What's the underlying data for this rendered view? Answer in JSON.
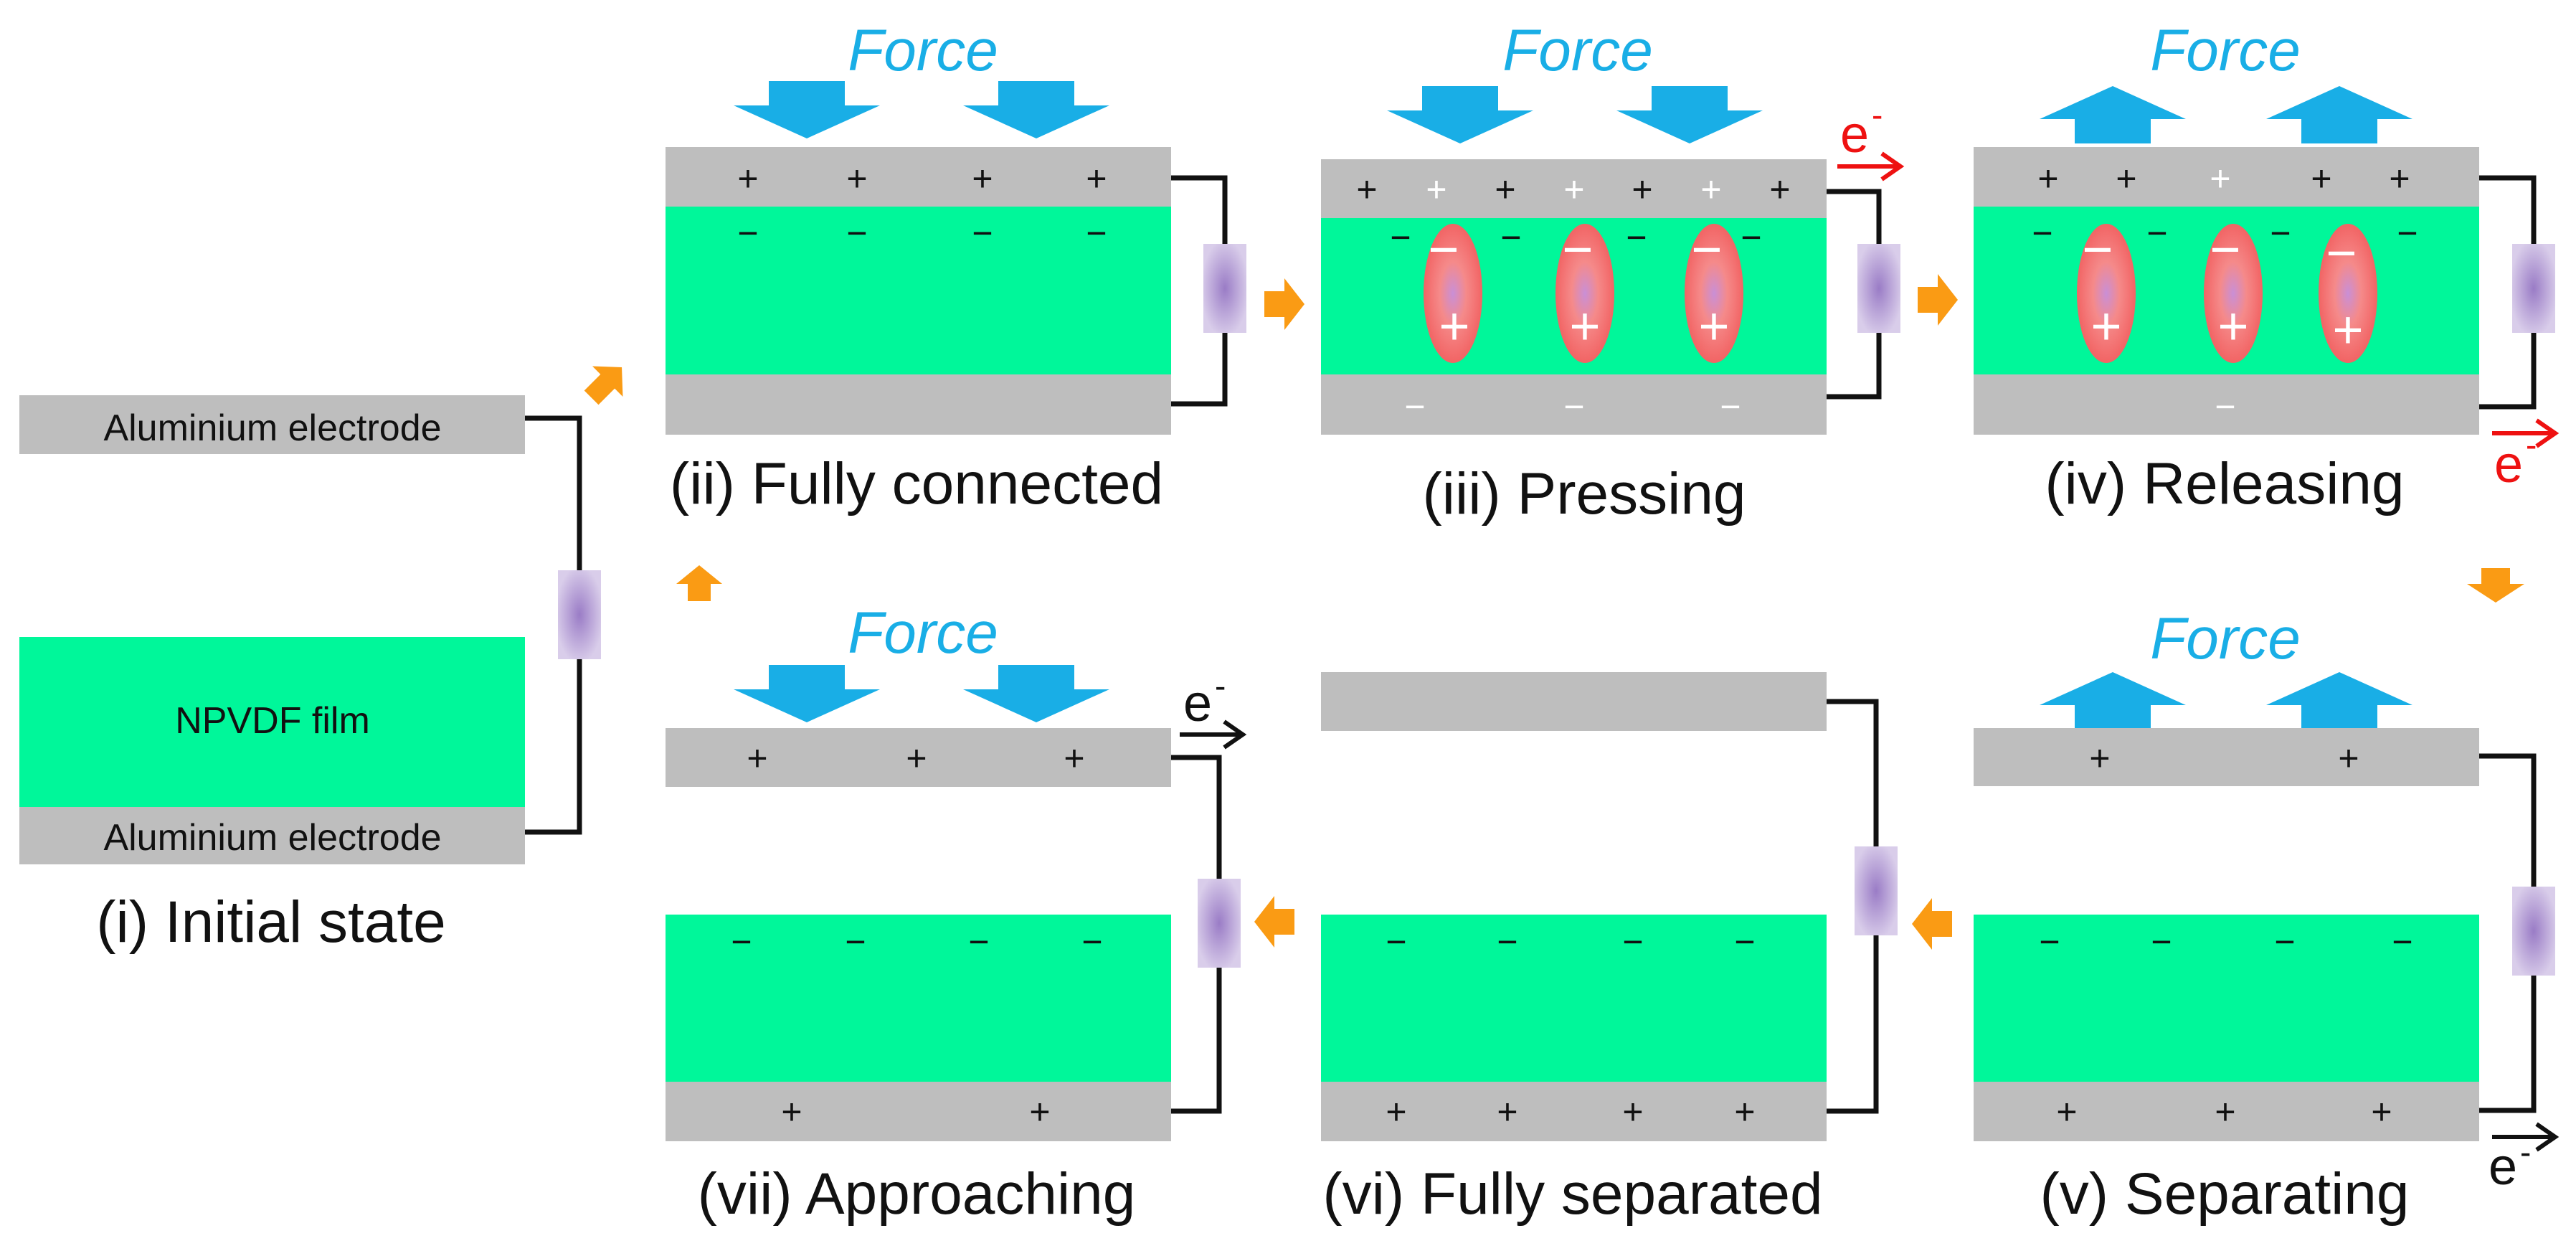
{
  "colors": {
    "electrode": "#bebebe",
    "film": "#00f79a",
    "force_arrow": "#19aee6",
    "flow_arrow": "#fa9b14",
    "wire": "#111111",
    "electron_red": "#ee1111",
    "load": "#c4b3dc",
    "dipole": "#f36b6b"
  },
  "icons": [
    "force-arrow-icon",
    "flow-arrow-icon",
    "load-resistor-icon",
    "dipole-icon"
  ],
  "labels": {
    "electrode": "Aluminium electrode",
    "film": "NPVDF film",
    "force": "Force",
    "electron": "e",
    "electron_sup": "-",
    "plus": "+",
    "minus": "−"
  },
  "stages": [
    {
      "id": "i",
      "caption": "(i) Initial state"
    },
    {
      "id": "ii",
      "caption": "(ii) Fully connected"
    },
    {
      "id": "iii",
      "caption": "(iii) Pressing"
    },
    {
      "id": "iv",
      "caption": "(iv) Releasing"
    },
    {
      "id": "v",
      "caption": "(v) Separating"
    },
    {
      "id": "vi",
      "caption": "(vi) Fully separated"
    },
    {
      "id": "vii",
      "caption": "(vii) Approaching"
    }
  ]
}
